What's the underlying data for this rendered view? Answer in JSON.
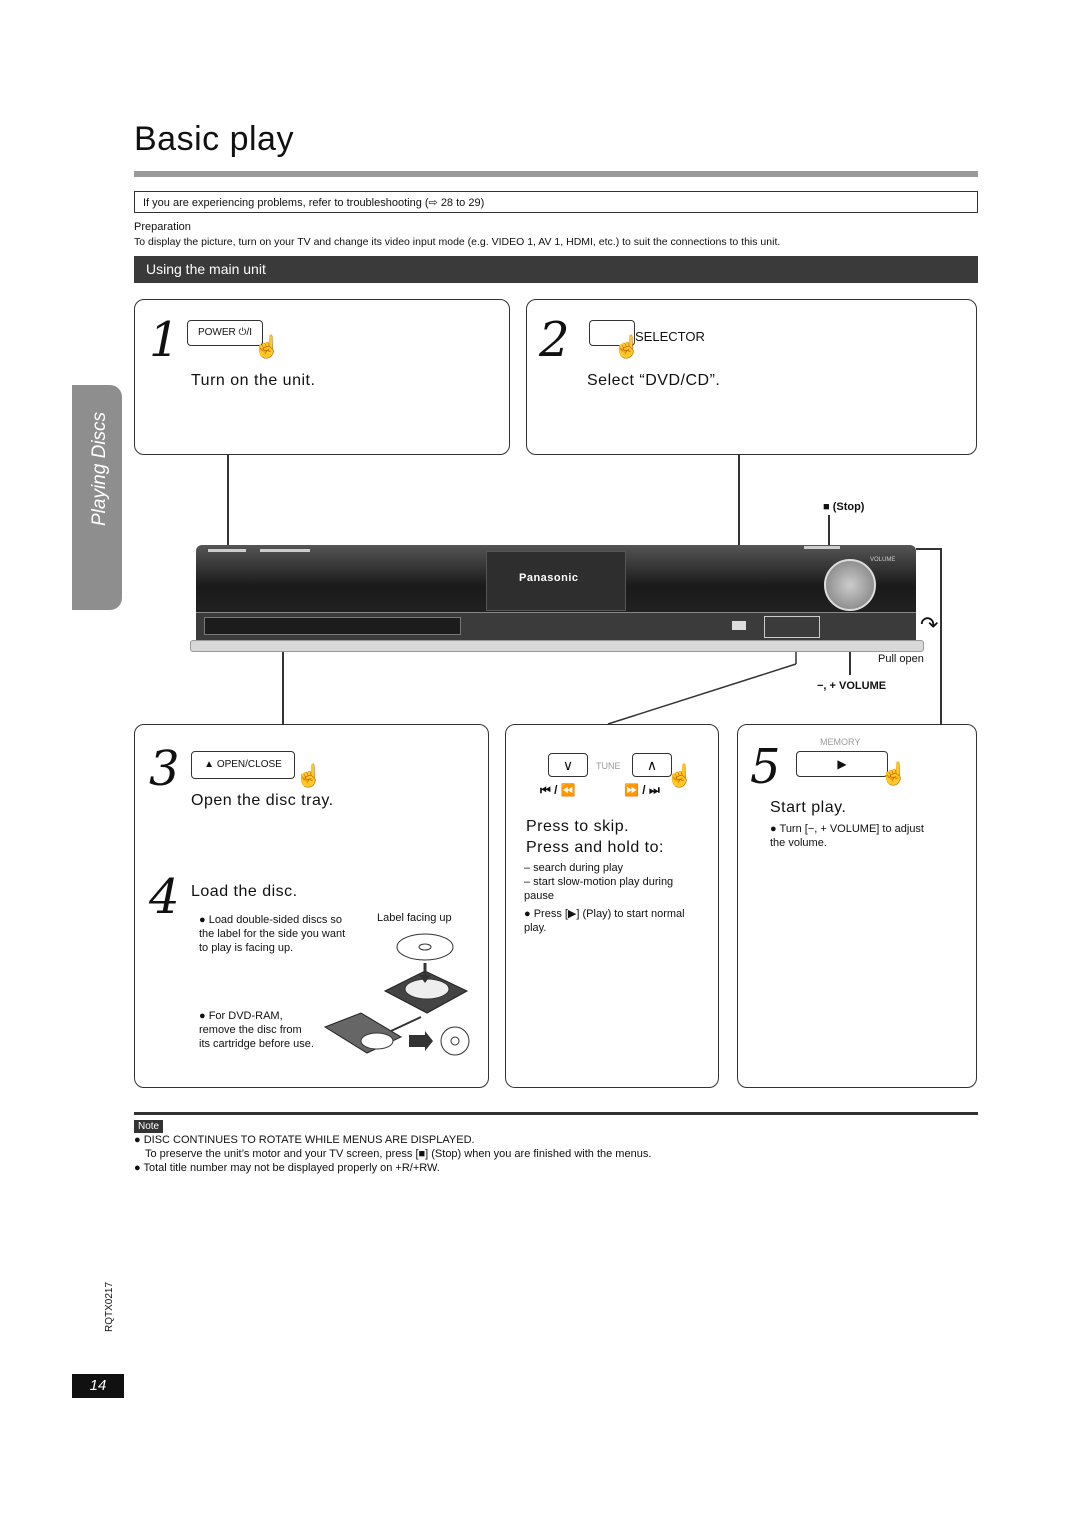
{
  "page": {
    "title": "Basic play",
    "troubleshoot": "If you are experiencing problems, refer to troubleshooting (⇨ 28 to 29)",
    "preparation_label": "Preparation",
    "preparation_text": "To display the picture, turn on your TV and change its video input mode (e.g. VIDEO 1, AV 1, HDMI, etc.) to suit the connections to this unit.",
    "section": "Using the main unit",
    "side_tab": "Playing Discs",
    "page_number": "14",
    "doc_code": "RQTX0217"
  },
  "steps": {
    "s1": {
      "num": "1",
      "button": "POWER ⏻/I",
      "text": "Turn on the unit."
    },
    "s2": {
      "num": "2",
      "button": "SELECTOR",
      "text": "Select “DVD/CD”."
    },
    "s3": {
      "num": "3",
      "button": "▲ OPEN/CLOSE",
      "text": "Open the disc tray."
    },
    "s4": {
      "num": "4",
      "text": "Load the disc.",
      "bullet1": "● Load double-sided discs so the label for the side you want to play is facing up.",
      "label_facing": "Label facing up",
      "bullet2": "● For DVD-RAM, remove the disc from its cartridge before use."
    },
    "skip": {
      "tune": "TUNE",
      "left_label": "⏮ / ⏪",
      "right_label": "⏩ / ⏭",
      "line1": "Press to skip.",
      "line2": "Press and hold to:",
      "d1": "– search during play",
      "d2": "– start slow-motion play during pause",
      "d3": "● Press [▶] (Play) to start normal play."
    },
    "s5": {
      "num": "5",
      "memory": "MEMORY",
      "button": "▶",
      "text": "Start play.",
      "bullet": "● Turn [−, + VOLUME] to adjust the volume."
    }
  },
  "device": {
    "brand": "Panasonic",
    "stop_label": "■  (Stop)",
    "volume_tag": "VOLUME",
    "pull_open": "Pull open",
    "volume_label": "−, + VOLUME"
  },
  "note": {
    "tag": "Note",
    "n1": "● DISC CONTINUES TO ROTATE WHILE MENUS ARE DISPLAYED.",
    "n1b": "To preserve the unit’s motor and your TV screen, press [■] (Stop) when you are finished with the menus.",
    "n2": "● Total title number may not be displayed properly on +R/+RW."
  }
}
